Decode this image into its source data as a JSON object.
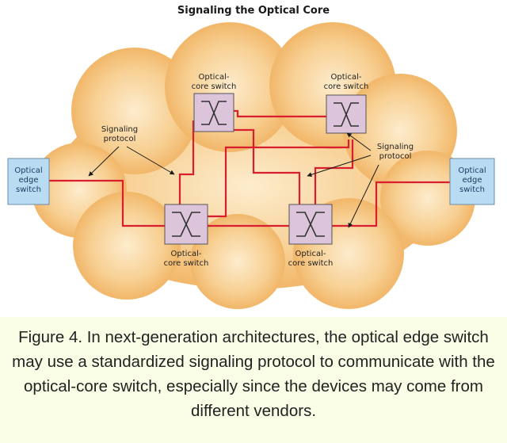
{
  "figure": {
    "title": "Signaling the Optical Core",
    "labels": {
      "core_switch_top_left": "Optical-\ncore switch",
      "core_switch_top_right": "Optical-\ncore switch",
      "core_switch_bottom_left": "Optical-\ncore switch",
      "core_switch_bottom_right": "Optical-\ncore switch",
      "edge_switch_left": "Optical\nedge\nswitch",
      "edge_switch_right": "Optical\nedge\nswitch",
      "signaling_left": "Signaling\nprotocol",
      "signaling_right": "Signaling\nprotocol"
    },
    "colors": {
      "cloud": "#f5c07a",
      "link": "#d81e2f",
      "core_switch_fill": "#dcc4da",
      "edge_switch_fill": "#b9dcf2"
    }
  },
  "caption": "Figure 4. In next-generation architectures, the optical edge switch may use a standardized signaling protocol to communicate with the optical-core switch, especially since the devices may come from different vendors."
}
